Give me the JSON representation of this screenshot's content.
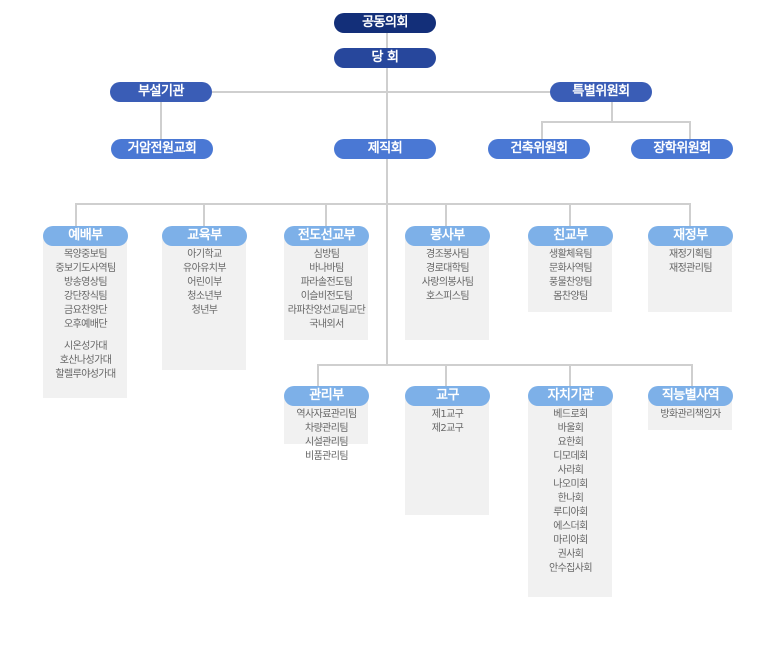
{
  "top": {
    "assembly": "공동의회",
    "session": "당 회",
    "affiliated": "부설기관",
    "special_committee": "특별위원회",
    "geoam_church": "거암전원교회",
    "officers": "제직회",
    "building_committee": "건축위원회",
    "scholarship_committee": "장학위원회"
  },
  "departments": [
    {
      "label": "예배부",
      "items": [
        "목양중보팀",
        "중보기도사역팀",
        "방송영상팀",
        "강단장식팀",
        "금요찬양단",
        "오후예배단",
        "",
        "시온성가대",
        "호산나성가대",
        "할렐루야성가대"
      ]
    },
    {
      "label": "교육부",
      "items": [
        "아기학교",
        "유아유치부",
        "어린이부",
        "청소년부",
        "청년부"
      ]
    },
    {
      "label": "전도선교부",
      "items": [
        "심방팀",
        "바나바팀",
        "파라솔전도팀",
        "이슬비전도팀",
        "라파찬양선교팀교단",
        "국내외서"
      ]
    },
    {
      "label": "봉사부",
      "items": [
        "경조봉사팀",
        "경로대학팀",
        "사랑의봉사팀",
        "호스피스팀"
      ]
    },
    {
      "label": "친교부",
      "items": [
        "생활체육팀",
        "문화사역팀",
        "풍물찬양팀",
        "몸찬양팀"
      ]
    },
    {
      "label": "재정부",
      "items": [
        "재정기획팀",
        "재정관리팀"
      ]
    },
    {
      "label": "관리부",
      "items": [
        "역사자료관리팀",
        "차량관리팀",
        "시설관리팀",
        "비품관리팀"
      ]
    },
    {
      "label": "교구",
      "items": [
        "제1교구",
        "제2교구"
      ]
    },
    {
      "label": "자치기관",
      "items": [
        "베드로회",
        "바울회",
        "요한회",
        "디모데회",
        "사라회",
        "나오미회",
        "한나회",
        "루디아회",
        "에스더회",
        "마리아회",
        "권사회",
        "안수집사회"
      ]
    },
    {
      "label": "직능별사역",
      "items": [
        "방화관리책임자"
      ]
    }
  ]
}
